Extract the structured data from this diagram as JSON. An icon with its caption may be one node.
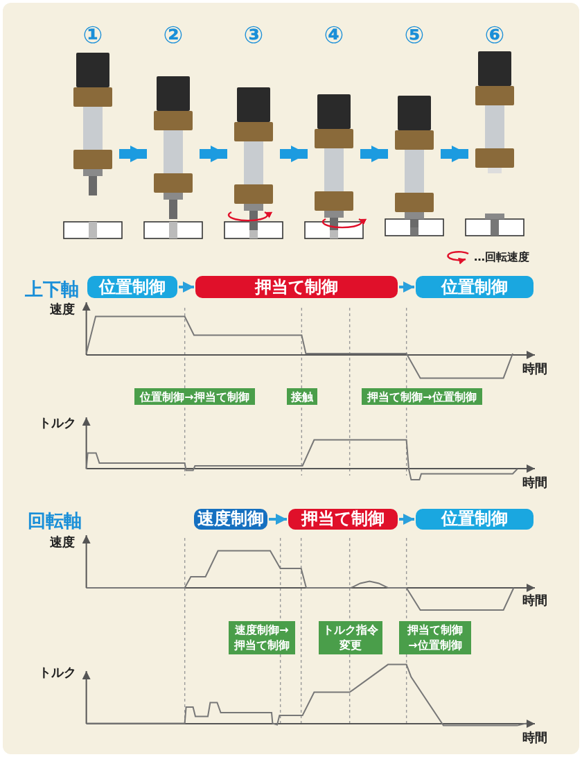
{
  "diagram": {
    "nodes": [
      {
        "text": [
          "①"
        ]
      },
      {
        "text": [
          "②"
        ]
      },
      {
        "text": [
          "③"
        ]
      },
      {
        "text": [
          "④"
        ]
      },
      {
        "text": [
          "⑤"
        ]
      },
      {
        "text": [
          "⑥"
        ]
      },
      {
        "text": [
          "位置制御"
        ]
      },
      {
        "text": [
          "押当て制御"
        ]
      },
      {
        "text": [
          "位置制御"
        ]
      },
      {
        "text": [
          "位置制御→押当て制御"
        ]
      },
      {
        "text": [
          "接触"
        ]
      },
      {
        "text": [
          "押当て制御→位置制御"
        ]
      },
      {
        "text": [
          "速度制御"
        ]
      },
      {
        "text": [
          "押当て制御"
        ]
      },
      {
        "text": [
          "位置制御"
        ]
      },
      {
        "text": [
          "速度制御→押当て制御"
        ]
      },
      {
        "text": [
          "トルク指令変更"
        ]
      },
      {
        "text": [
          "押当て制御→位置制御"
        ]
      }
    ],
    "edges": [
      {
        "from": 0,
        "to": 1,
        "arrow": "to"
      },
      {
        "from": 1,
        "to": 2,
        "arrow": "to"
      },
      {
        "from": 2,
        "to": 3,
        "arrow": "to"
      },
      {
        "from": 3,
        "to": 4,
        "arrow": "to"
      },
      {
        "from": 4,
        "to": 5,
        "arrow": "to"
      },
      {
        "from": 6,
        "to": 7,
        "arrow": "to"
      },
      {
        "from": 7,
        "to": 8,
        "arrow": "to"
      },
      {
        "from": 12,
        "to": 13,
        "arrow": "to"
      },
      {
        "from": 13,
        "to": 14,
        "arrow": "to"
      }
    ],
    "labels": [
      "上下軸",
      "速度",
      "時間",
      "トルク",
      "時間",
      "回転軸",
      "速度",
      "時間",
      "トルク",
      "時間"
    ],
    "legend": [
      {
        "text": "…回転速度"
      }
    ]
  }
}
